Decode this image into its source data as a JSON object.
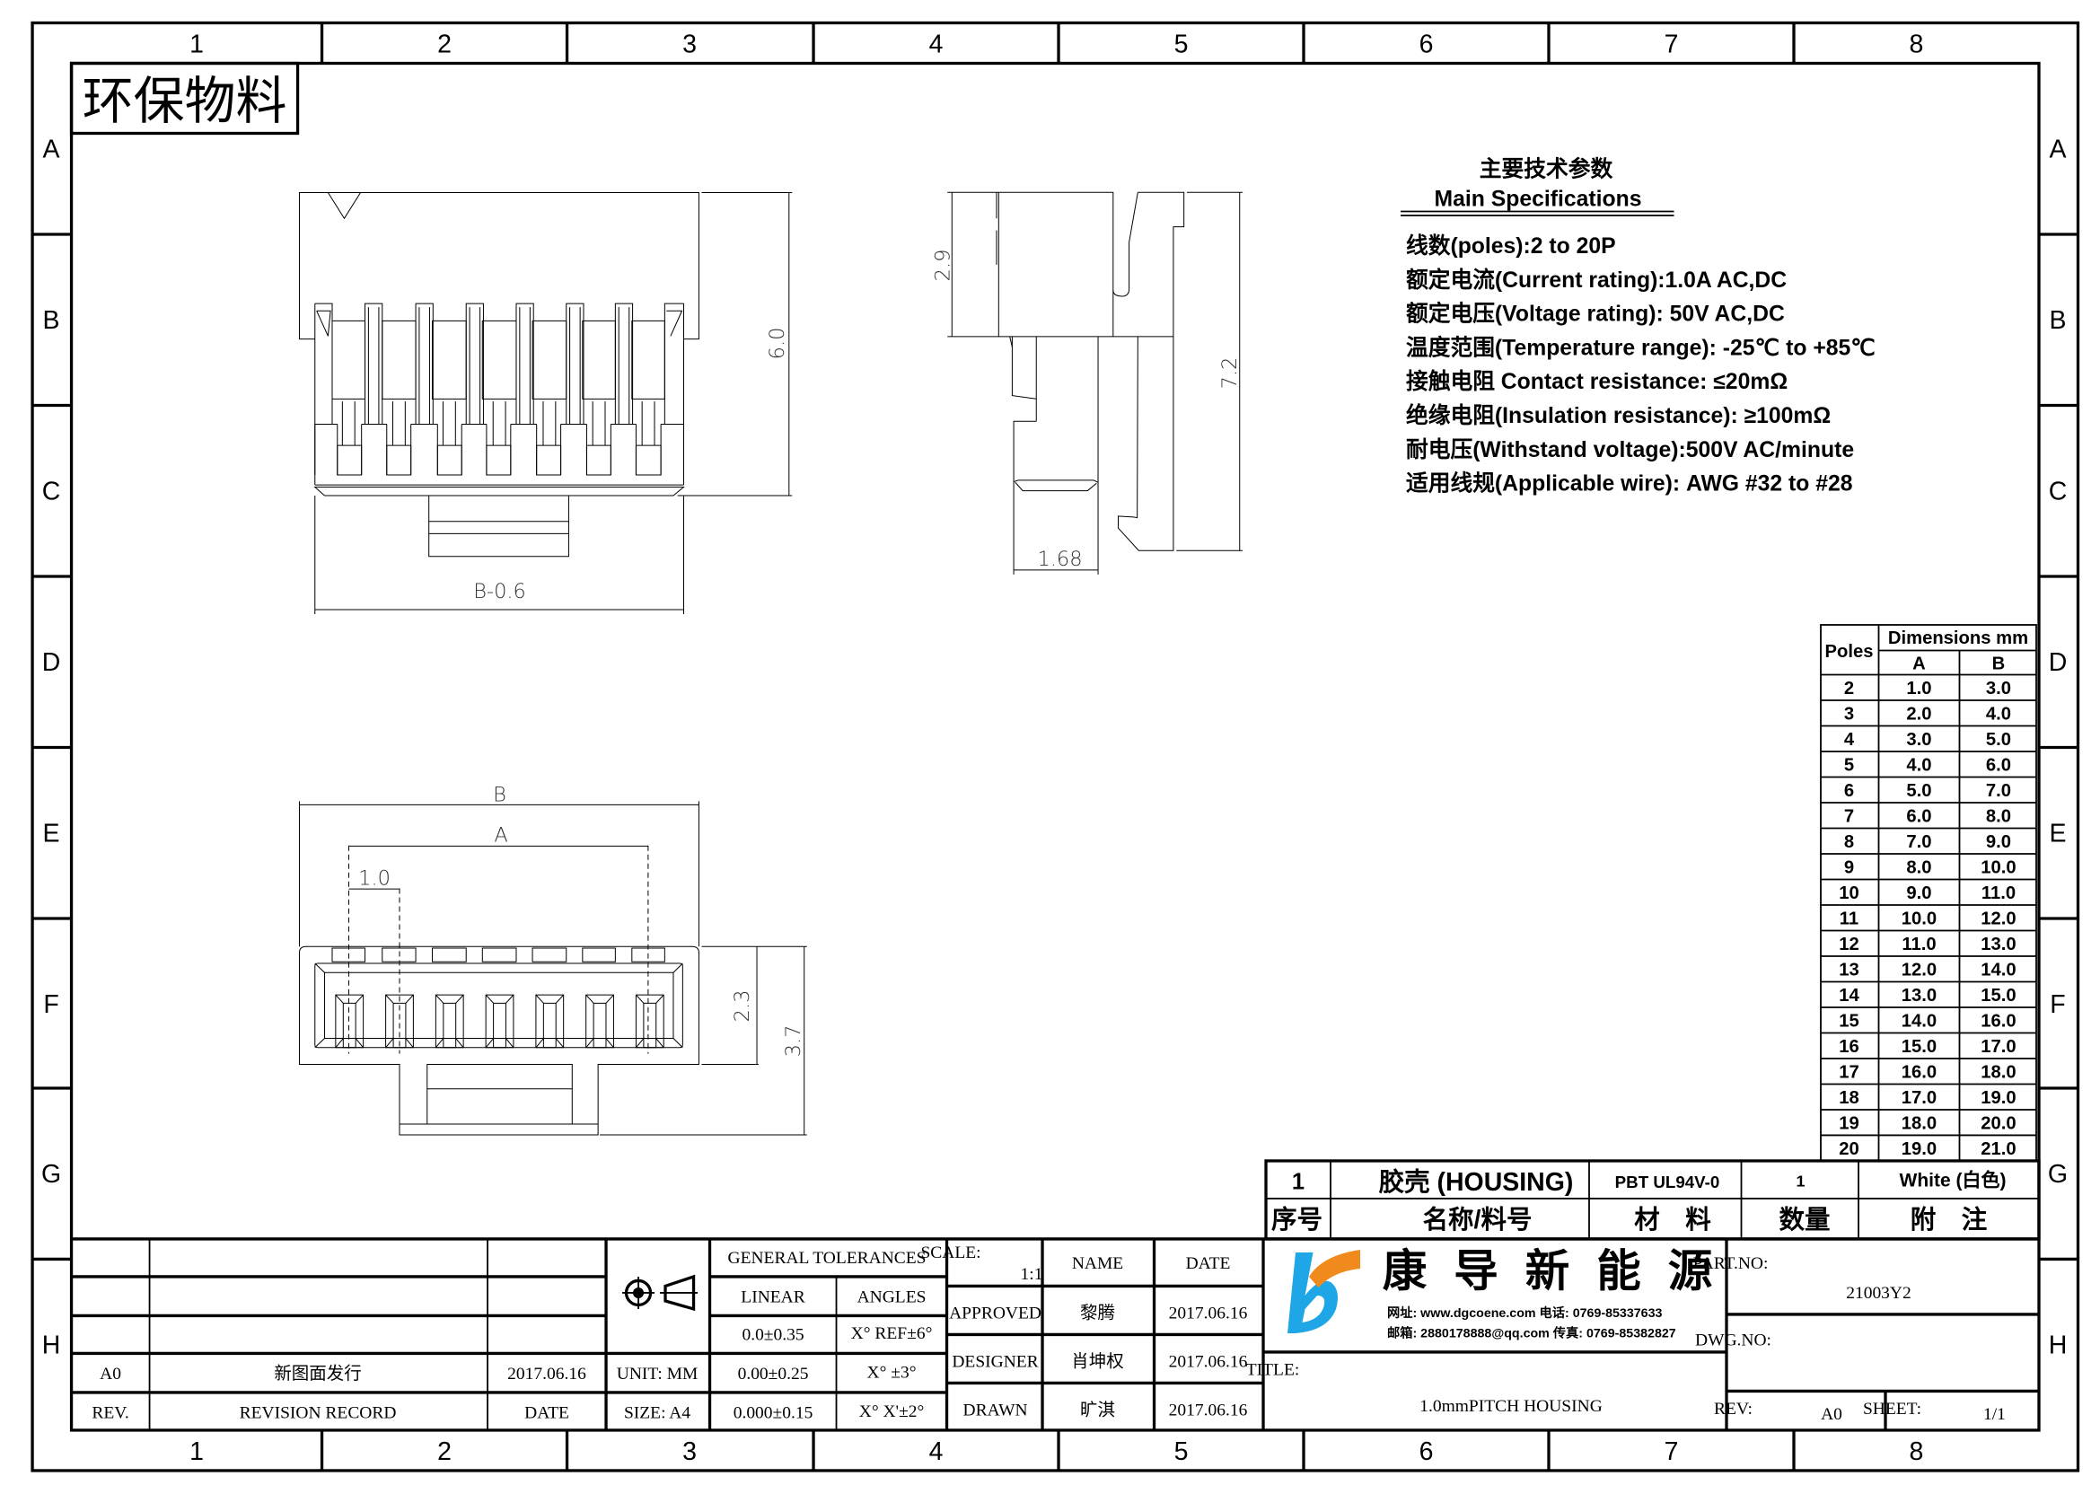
{
  "stamp": "环保物料",
  "frame": {
    "columns": [
      "1",
      "2",
      "3",
      "4",
      "5",
      "6",
      "7",
      "8"
    ],
    "rows": [
      "A",
      "B",
      "C",
      "D",
      "E",
      "F",
      "G",
      "H"
    ]
  },
  "specs": {
    "title_cn": "主要技术参数",
    "title_en": "Main Specifications",
    "items": [
      "线数(poles):2 to 20P",
      "额定电流(Current rating):1.0A AC,DC",
      "额定电压(Voltage rating): 50V AC,DC",
      "温度范围(Temperature range): -25℃ to +85℃",
      "接触电阻 Contact resistance: ≤20mΩ",
      "绝缘电阻(Insulation resistance): ≥100mΩ",
      "耐电压(Withstand voltage):500V AC/minute",
      "适用线规(Applicable wire): AWG #32 to #28"
    ]
  },
  "dimensions": {
    "front": {
      "height": "6.0",
      "width": "B-0.6"
    },
    "side": {
      "upper": "2.9",
      "total": "7.2",
      "width": "1.68"
    },
    "bottom": {
      "overall": "B",
      "pitch_span": "A",
      "pitch": "1.0",
      "inner_height": "2.3",
      "total_height": "3.7"
    }
  },
  "dim_table": {
    "header_poles": "Poles",
    "header_dims": "Dimensions mm",
    "col_a": "A",
    "col_b": "B",
    "rows": [
      [
        "2",
        "1.0",
        "3.0"
      ],
      [
        "3",
        "2.0",
        "4.0"
      ],
      [
        "4",
        "3.0",
        "5.0"
      ],
      [
        "5",
        "4.0",
        "6.0"
      ],
      [
        "6",
        "5.0",
        "7.0"
      ],
      [
        "7",
        "6.0",
        "8.0"
      ],
      [
        "8",
        "7.0",
        "9.0"
      ],
      [
        "9",
        "8.0",
        "10.0"
      ],
      [
        "10",
        "9.0",
        "11.0"
      ],
      [
        "11",
        "10.0",
        "12.0"
      ],
      [
        "12",
        "11.0",
        "13.0"
      ],
      [
        "13",
        "12.0",
        "14.0"
      ],
      [
        "14",
        "13.0",
        "15.0"
      ],
      [
        "15",
        "14.0",
        "16.0"
      ],
      [
        "16",
        "15.0",
        "17.0"
      ],
      [
        "17",
        "16.0",
        "18.0"
      ],
      [
        "18",
        "17.0",
        "19.0"
      ],
      [
        "19",
        "18.0",
        "20.0"
      ],
      [
        "20",
        "19.0",
        "21.0"
      ]
    ]
  },
  "bom": {
    "item": {
      "no": "1",
      "name": "胶壳 (HOUSING)",
      "material": "PBT UL94V-0",
      "qty": "1",
      "note": "White (白色)"
    },
    "header": {
      "no": "序号",
      "name": "名称/料号",
      "material": "材　料",
      "qty": "数量",
      "note": "附　注"
    }
  },
  "revision": {
    "entry": {
      "rev": "A0",
      "record": "新图面发行",
      "date": "2017.06.16"
    },
    "header": {
      "rev": "REV.",
      "record": "REVISION RECORD",
      "date": "DATE"
    }
  },
  "units": {
    "unit": "UNIT: MM",
    "size": "SIZE: A4"
  },
  "tolerances": {
    "title": "GENERAL TOLERANCES",
    "linear_label": "LINEAR",
    "angles_label": "ANGLES",
    "linear": [
      "0.0±0.35",
      "0.00±0.25",
      "0.000±0.15"
    ],
    "angles": [
      "X° REF±6°",
      "X° ±3°",
      "X° X'±2°"
    ]
  },
  "approvals": {
    "scale_label": "SCALE:",
    "scale": "1:1",
    "name_header": "NAME",
    "date_header": "DATE",
    "rows": [
      {
        "role": "APPROVED",
        "name": "黎腾",
        "date": "2017.06.16"
      },
      {
        "role": "DESIGNER",
        "name": "肖坤权",
        "date": "2017.06.16"
      },
      {
        "role": "DRAWN",
        "name": "旷淇",
        "date": "2017.06.16"
      }
    ]
  },
  "company": {
    "name_chars": [
      "康",
      "导",
      "新",
      "能",
      "源"
    ],
    "contact_line1": "网址: www.dgcoene.com   电话: 0769-85337633",
    "contact_line2": "邮箱: 2880178888@qq.com 传真: 0769-85382827",
    "logo_blue": "#1ea6e6",
    "logo_orange": "#f08a1c"
  },
  "title_block": {
    "title_label": "TITLE:",
    "title": "1.0mmPITCH HOUSING",
    "part_no_label": "PART.NO:",
    "part_no": "21003Y2",
    "dwg_no_label": "DWG.NO:",
    "rev_label": "REV:",
    "rev": "A0",
    "sheet_label": "SHEET:",
    "sheet": "1/1"
  }
}
